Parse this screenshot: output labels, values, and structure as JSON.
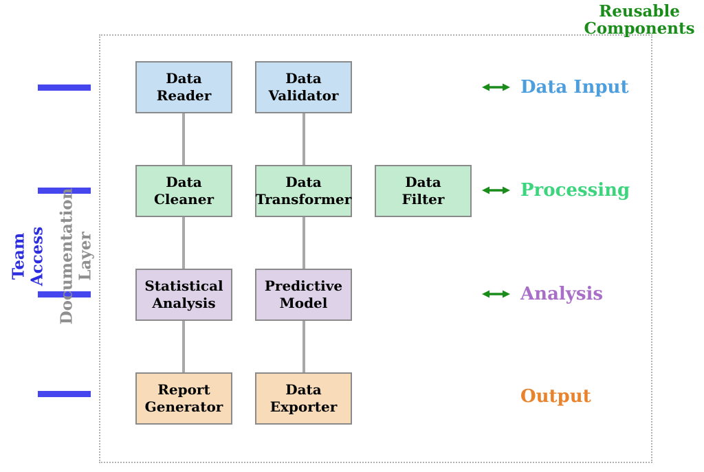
{
  "frame": {
    "title": "Reusable\nComponents",
    "title_color": "#1a8c1a",
    "border_color": "#b0b0b0"
  },
  "categories": {
    "input": {
      "name": "Data Input",
      "fill": "#c6dff2"
    },
    "processing": {
      "name": "Processing",
      "fill": "#c2ebcf"
    },
    "analysis": {
      "name": "Analysis",
      "fill": "#ded2e9"
    },
    "output": {
      "name": "Output",
      "fill": "#f8dcba"
    }
  },
  "components": [
    {
      "id": "data-reader",
      "label": "Data\nReader",
      "category": "input"
    },
    {
      "id": "data-validator",
      "label": "Data\nValidator",
      "category": "input"
    },
    {
      "id": "data-cleaner",
      "label": "Data\nCleaner",
      "category": "processing"
    },
    {
      "id": "data-transformer",
      "label": "Data\nTransformer",
      "category": "processing"
    },
    {
      "id": "data-filter",
      "label": "Data\nFilter",
      "category": "processing"
    },
    {
      "id": "statistical-analysis",
      "label": "Statistical\nAnalysis",
      "category": "analysis"
    },
    {
      "id": "predictive-model",
      "label": "Predictive\nModel",
      "category": "analysis"
    },
    {
      "id": "report-generator",
      "label": "Report\nGenerator",
      "category": "output"
    },
    {
      "id": "data-exporter",
      "label": "Data\nExporter",
      "category": "output"
    }
  ],
  "connections": [
    [
      "data-reader",
      "data-cleaner"
    ],
    [
      "data-validator",
      "data-transformer"
    ],
    [
      "data-cleaner",
      "statistical-analysis"
    ],
    [
      "data-transformer",
      "predictive-model"
    ],
    [
      "statistical-analysis",
      "report-generator"
    ],
    [
      "predictive-model",
      "data-exporter"
    ]
  ],
  "connector_color": "#a8a8a8",
  "legend": {
    "arrow_color": "#1a8c1a",
    "items": [
      {
        "label": "Data Input",
        "color": "#4d9edd",
        "has_arrow": true
      },
      {
        "label": "Processing",
        "color": "#3dd47e",
        "has_arrow": true
      },
      {
        "label": "Analysis",
        "color": "#a96fc8",
        "has_arrow": true
      },
      {
        "label": "Output",
        "color": "#e8832b",
        "has_arrow": false
      }
    ]
  },
  "left_annotations": {
    "team_access": {
      "label": "Team\nAccess",
      "color": "#2d2de0"
    },
    "documentation_layer": {
      "label": "Documentation\nLayer",
      "color": "#8f8f8f"
    },
    "marker_color": "#4646ee",
    "marker_count": 4
  }
}
